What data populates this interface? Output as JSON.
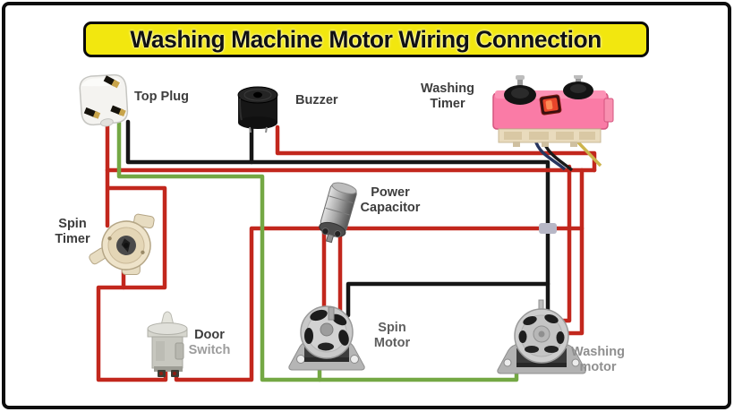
{
  "diagram": {
    "title": "Washing Machine Motor Wiring Connection",
    "components": {
      "top_plug": {
        "label": "Top Plug"
      },
      "buzzer": {
        "label": "Buzzer"
      },
      "washing_timer": {
        "label_line1": "Washing",
        "label_line2": "Timer"
      },
      "spin_timer": {
        "label_line1": "Spin",
        "label_line2": "Timer"
      },
      "power_capacitor": {
        "label_line1": "Power",
        "label_line2": "Capacitor"
      },
      "door_switch": {
        "label_line1": "Door",
        "label_line2": "Switch"
      },
      "spin_motor": {
        "label_line1": "Spin",
        "label_line2": "Motor"
      },
      "washing_motor": {
        "label_line1": "Washing",
        "label_line2": "motor"
      }
    },
    "colors": {
      "banner_bg": "#f2e70f",
      "banner_text": "#111111",
      "wire_live": "#c2271d",
      "wire_neutral": "#161616",
      "wire_earth": "#74a844",
      "wire_timer_yellow": "#cdb44c",
      "wire_timer_blue": "#27355f",
      "timer_body_pink": "#fa7ba6"
    }
  }
}
